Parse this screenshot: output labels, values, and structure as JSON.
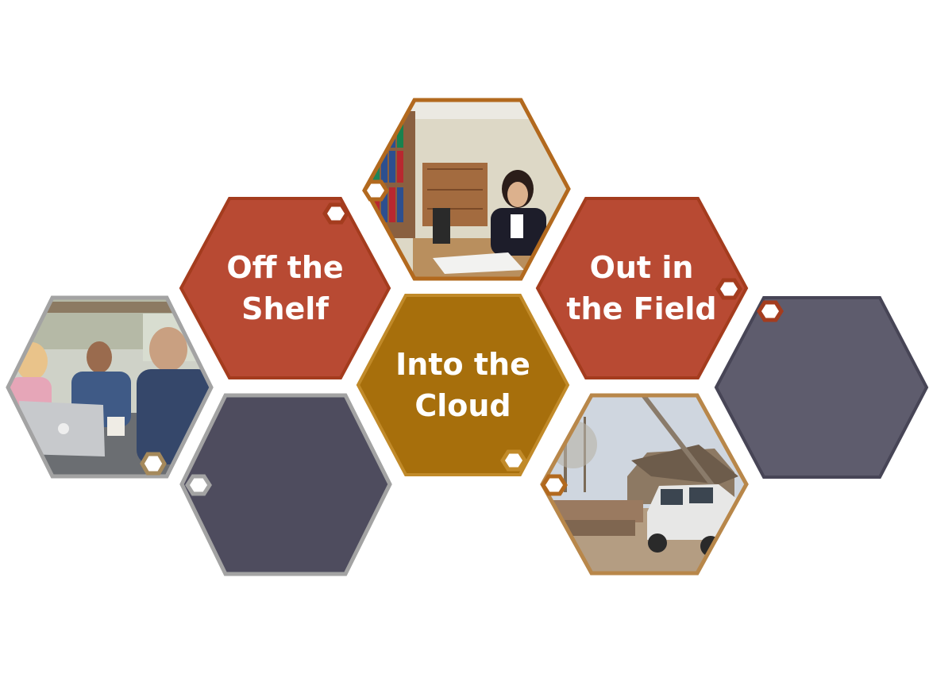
{
  "colors": {
    "rust": "#b84a33",
    "rust_border": "#a43c1e",
    "gold": "#a76f0c",
    "gold_border": "#c18a29",
    "slate_dark": "#4e4c5e",
    "slate_light": "#5e5c6d",
    "border_gray": "#a3a3a3",
    "border_slate": "#474556",
    "photo_border": "#b2691e"
  },
  "tiles": {
    "off_the_shelf": {
      "line1": "Off the",
      "line2": "Shelf"
    },
    "into_the_cloud": {
      "line1": "Into the",
      "line2": "Cloud"
    },
    "out_in_the_field": {
      "line1": "Out in",
      "line2": "the Field"
    }
  },
  "photos": {
    "team_meeting": "people-at-laptop-photo",
    "office_worker": "woman-at-desk-photo",
    "storm_damage": "damaged-house-and-suv-photo"
  }
}
